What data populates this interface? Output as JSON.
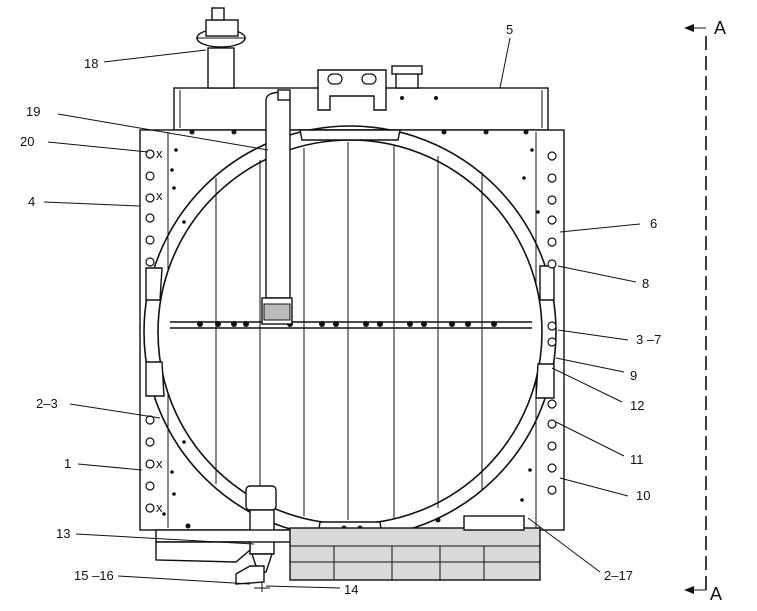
{
  "section_marker": {
    "top": "A",
    "bottom": "A"
  },
  "callouts": [
    {
      "id": "c18",
      "text": "18"
    },
    {
      "id": "c5",
      "text": "5"
    },
    {
      "id": "c19",
      "text": "19"
    },
    {
      "id": "c20",
      "text": "20"
    },
    {
      "id": "c4",
      "text": "4"
    },
    {
      "id": "c6",
      "text": "6"
    },
    {
      "id": "c8",
      "text": "8"
    },
    {
      "id": "c3-7",
      "text": "3 –7"
    },
    {
      "id": "c9",
      "text": "9"
    },
    {
      "id": "c12",
      "text": "12"
    },
    {
      "id": "c2-3",
      "text": "2–3"
    },
    {
      "id": "c11",
      "text": "11"
    },
    {
      "id": "c1",
      "text": "1"
    },
    {
      "id": "c10",
      "text": "10"
    },
    {
      "id": "c13",
      "text": "13"
    },
    {
      "id": "c2-17",
      "text": "2–17"
    },
    {
      "id": "c15-16",
      "text": "15 –16"
    },
    {
      "id": "c14",
      "text": "14"
    }
  ],
  "x_marks": {
    "glyph": "x"
  }
}
